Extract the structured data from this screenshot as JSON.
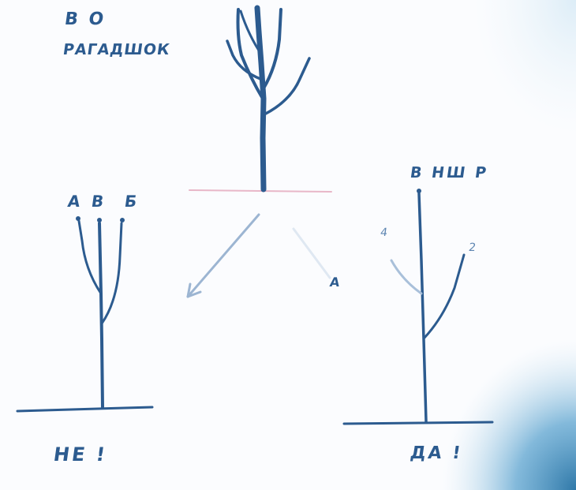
{
  "ink_color": "#2c5b8f",
  "top_label": {
    "line1": "В О",
    "line2": "РАГАДШОК"
  },
  "left_tree": {
    "branch_labels": [
      "А",
      "В",
      "Б"
    ],
    "verdict": "НЕ !"
  },
  "right_tree": {
    "top_label": "В НШ Р",
    "side_left_label": "4",
    "side_right_label": "2",
    "verdict": "ДА !"
  },
  "center_mark": "А"
}
